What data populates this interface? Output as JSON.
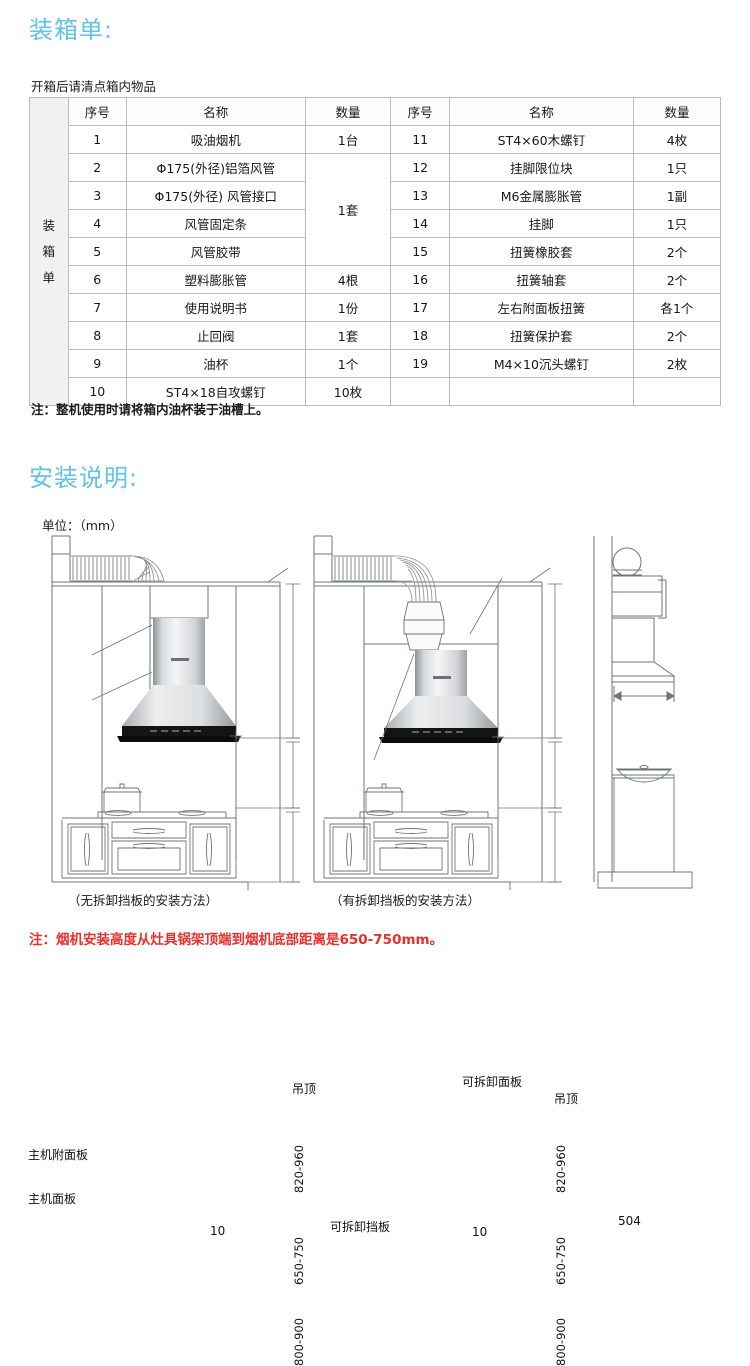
{
  "sections": {
    "packing_title": "装箱单:",
    "install_title": "安装说明:"
  },
  "packing": {
    "hint": "开箱后请清点箱内物品",
    "side_caption": [
      "装",
      "箱",
      "单"
    ],
    "headers": {
      "no": "序号",
      "name": "名称",
      "qty": "数量",
      "no2": "序号",
      "name2": "名称",
      "qty2": "数量"
    },
    "rows_left": [
      {
        "no": "1",
        "name": "吸油烟机",
        "qty": "1台"
      },
      {
        "no": "2",
        "name": "Φ175(外径)铝箔风管",
        "qty": ""
      },
      {
        "no": "3",
        "name": "Φ175(外径) 风管接口",
        "qty": ""
      },
      {
        "no": "4",
        "name": "风管固定条",
        "qty": ""
      },
      {
        "no": "5",
        "name": "风管胶带",
        "qty": ""
      },
      {
        "no": "6",
        "name": "塑料膨胀管",
        "qty": "4根"
      },
      {
        "no": "7",
        "name": "使用说明书",
        "qty": "1份"
      },
      {
        "no": "8",
        "name": "止回阀",
        "qty": "1套"
      },
      {
        "no": "9",
        "name": "油杯",
        "qty": "1个"
      },
      {
        "no": "10",
        "name": "ST4×18自攻螺钉",
        "qty": "10枚"
      }
    ],
    "merged_left_qty": "1套",
    "rows_right": [
      {
        "no": "11",
        "name": "ST4×60木螺钉",
        "qty": "4枚"
      },
      {
        "no": "12",
        "name": "挂脚限位块",
        "qty": "1只"
      },
      {
        "no": "13",
        "name": "M6金属膨胀管",
        "qty": "1副"
      },
      {
        "no": "14",
        "name": "挂脚",
        "qty": "1只"
      },
      {
        "no": "15",
        "name": "扭簧橡胶套",
        "qty": "2个"
      },
      {
        "no": "16",
        "name": "扭簧轴套",
        "qty": "2个"
      },
      {
        "no": "17",
        "name": "左右附面板扭簧",
        "qty": "各1个"
      },
      {
        "no": "18",
        "name": "扭簧保护套",
        "qty": "2个"
      },
      {
        "no": "19",
        "name": "M4×10沉头螺钉",
        "qty": "2枚"
      },
      {
        "no": "",
        "name": "",
        "qty": ""
      }
    ],
    "note": "注：整机使用时请将箱内油杯装于油槽上。",
    "note_prefix": "注：",
    "note_body": "整机使用时请将箱内油杯装于油槽上。"
  },
  "install": {
    "unit": "单位：（mm）",
    "diagram_left": {
      "labels": {
        "ceiling": "吊顶",
        "side_panel": "主机附面板",
        "main_panel": "主机面板",
        "clearance": "10",
        "dim_top": "820-960",
        "dim_mid": "650-750",
        "dim_bottom": "800-900"
      },
      "caption": "（无拆卸挡板的安装方法）"
    },
    "diagram_mid": {
      "labels": {
        "ceiling": "吊顶",
        "removable_panel": "可拆卸面板",
        "removable_baffle": "可拆卸挡板",
        "clearance": "10",
        "dim_top": "820-960",
        "dim_mid": "650-750",
        "dim_bottom": "800-900"
      },
      "caption": "（有拆卸挡板的安装方法）"
    },
    "diagram_right": {
      "labels": {
        "depth": "504"
      }
    },
    "note_red": "注：烟机安装高度从灶具锅架顶端到烟机底部距离是650-750mm。"
  },
  "colors": {
    "heading_blue": "#63c2e8",
    "note_red": "#e8302c",
    "table_border": "#b9bcbe",
    "vcap_bg": "#f1f1f1",
    "line": "#6f7478"
  }
}
